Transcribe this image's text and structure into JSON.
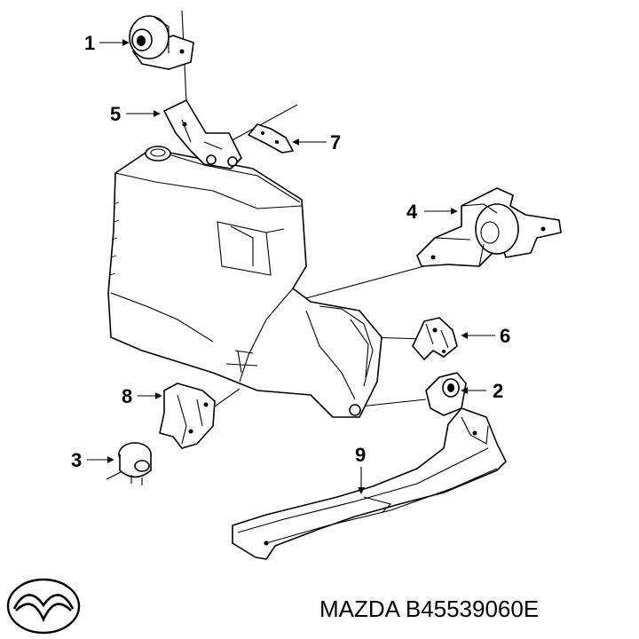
{
  "callouts": {
    "c1": "1",
    "c2": "2",
    "c3": "3",
    "c4": "4",
    "c5": "5",
    "c6": "6",
    "c7": "7",
    "c8": "8",
    "c9": "9"
  },
  "caption": {
    "brand": "MAZDA",
    "part_number": "B45539060E"
  },
  "logo": {
    "icon": "mazda-logo-icon"
  },
  "colors": {
    "ink": "#000000",
    "paper": "#ffffff"
  }
}
